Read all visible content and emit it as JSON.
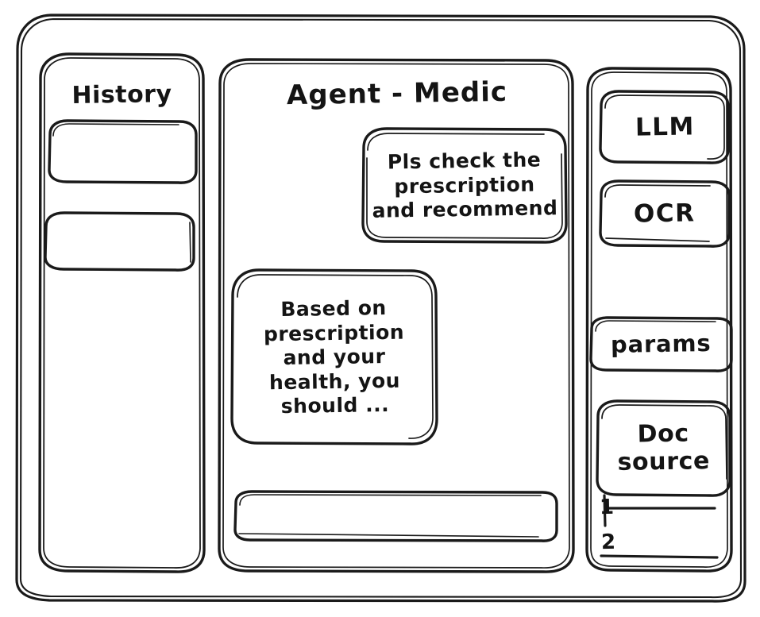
{
  "window": {
    "style": "hand-drawn wireframe sketch",
    "background_color": "#ffffff",
    "stroke_color": "#1a1a1a"
  },
  "sidebar_left": {
    "title": "History",
    "items": [
      {
        "label": "",
        "name": "history-item-1"
      },
      {
        "label": "",
        "name": "history-item-2"
      }
    ]
  },
  "main": {
    "title": "Agent - Medic",
    "messages": [
      {
        "role": "user",
        "text": "Pls check the prescription and recommend",
        "lines": [
          "Pls check the",
          "prescription",
          "and recommend"
        ]
      },
      {
        "role": "assistant",
        "text": "Based on prescription and your health, you should ...",
        "lines": [
          "Based on",
          "prescription",
          "and your",
          "health, you",
          "should ..."
        ]
      }
    ],
    "composer": {
      "value": "",
      "placeholder": ""
    }
  },
  "sidebar_right": {
    "chips": [
      {
        "label": "LLM",
        "name": "llm-chip"
      },
      {
        "label": "OCR",
        "name": "ocr-chip"
      },
      {
        "label": "params",
        "name": "params-chip"
      }
    ],
    "doc_source": {
      "label_lines": [
        "Doc",
        "source"
      ],
      "label": "Doc source",
      "sources": [
        "1",
        "2"
      ]
    }
  }
}
